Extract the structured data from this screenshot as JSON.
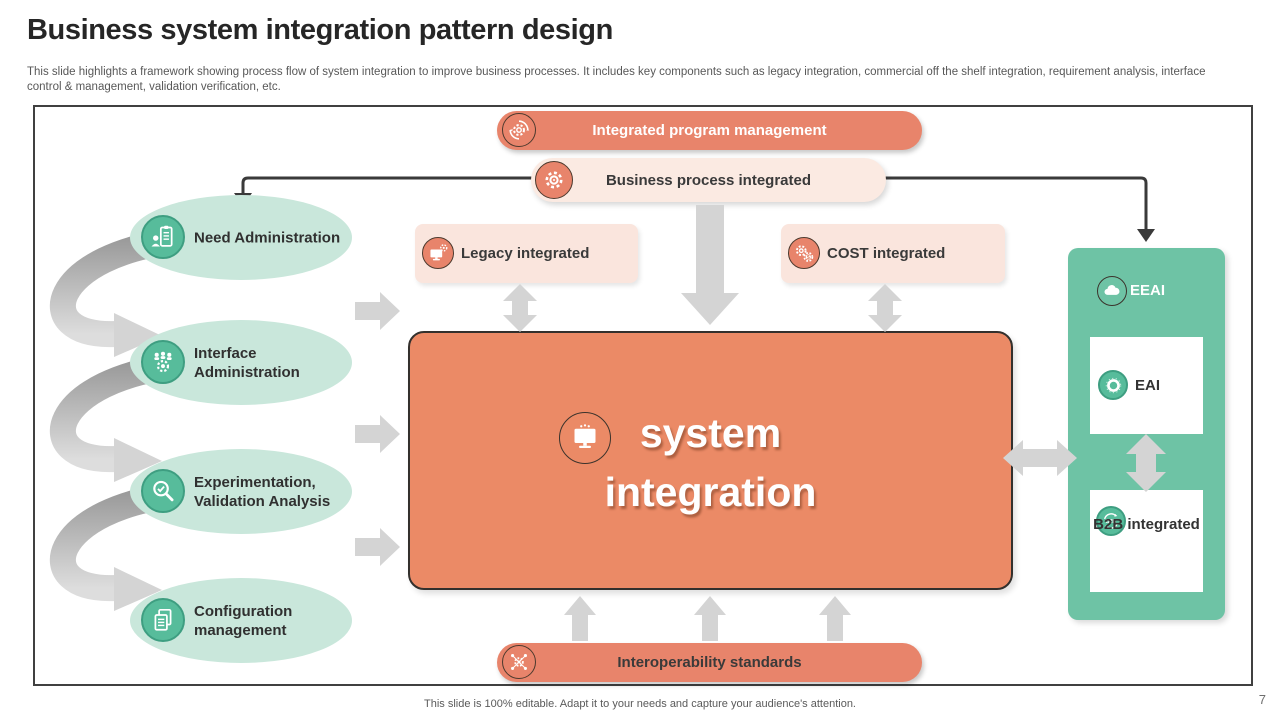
{
  "slide": {
    "title": "Business system integration pattern design",
    "description": "This slide highlights a framework showing process flow of system integration to improve business processes. It includes key components such as legacy integration, commercial off the shelf integration, requirement analysis, interface control & management, validation verification, etc.",
    "footer_note": "This slide is 100% editable. Adapt it to your needs and capture your audience's attention.",
    "page_number": "7"
  },
  "colors": {
    "accent_orange": "#E8846B",
    "center_box_orange": "#EB8A66",
    "light_pink": "#FBEAE2",
    "mint_green": "#C9E7DB",
    "panel_teal": "#6EC3A5",
    "icon_teal": "#57BC9B",
    "arrow_gray": "#D4D4D4",
    "connector_dark": "#3A3A3A"
  },
  "banners": {
    "program_management": {
      "label": "Integrated program management",
      "icon": "gear-sync-icon"
    },
    "business_process": {
      "label": "Business process integrated",
      "icon": "gear-icon"
    },
    "interoperability": {
      "label": "Interoperability standards",
      "icon": "network-gear-icon"
    }
  },
  "left_steps": [
    {
      "label": "Need Administration",
      "icon": "person-clipboard-icon"
    },
    {
      "label": "Interface Administration",
      "icon": "team-gear-icon"
    },
    {
      "label": "Experimentation, Validation Analysis",
      "icon": "magnifier-check-icon"
    },
    {
      "label": "Configuration management",
      "icon": "stacked-documents-icon"
    }
  ],
  "integration_boxes": [
    {
      "label": "Legacy integrated",
      "icon": "monitor-gear-icon"
    },
    {
      "label": "COST integrated",
      "icon": "gears-dollar-icon"
    }
  ],
  "center": {
    "label": "system\nintegration",
    "icon": "monitor-icon"
  },
  "right_panel": {
    "title": "EEAI",
    "title_icon": "cloud-icon",
    "items": [
      {
        "label": "EAI",
        "icon": "ring-icon"
      },
      {
        "label": "B2B integrated",
        "icon": "b2b-cycle-icon"
      }
    ]
  }
}
